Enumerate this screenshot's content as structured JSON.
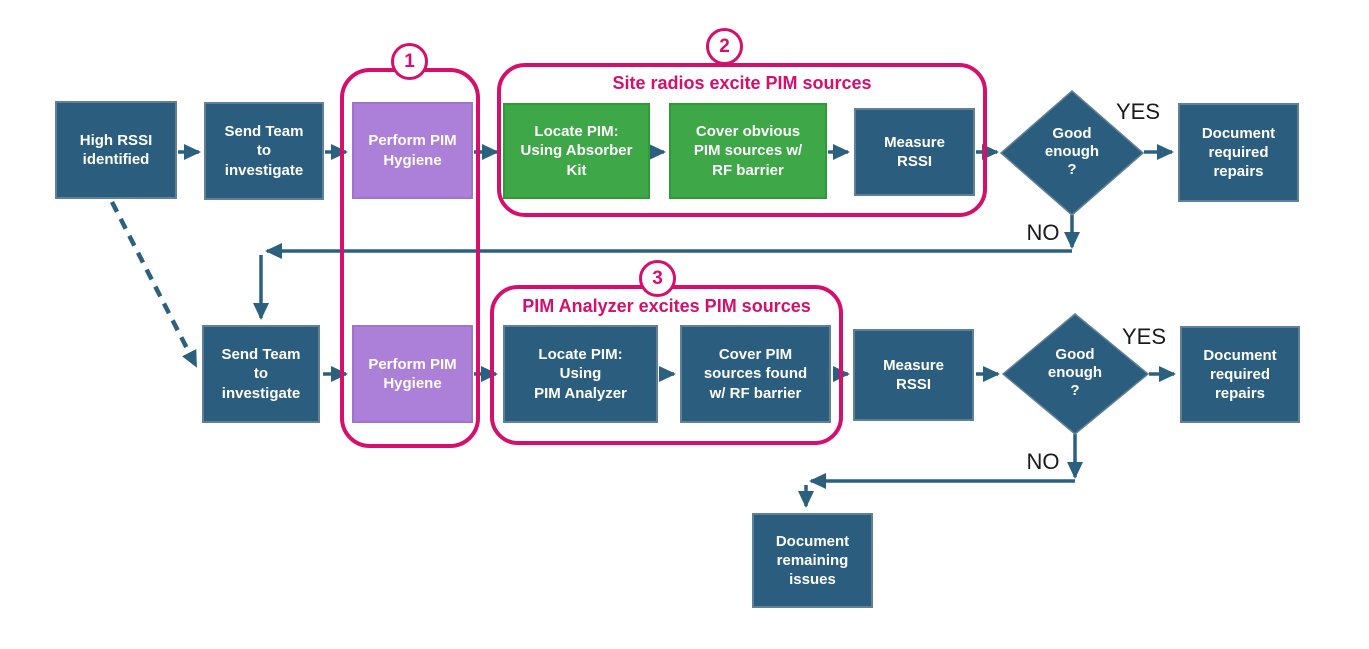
{
  "diagram": {
    "colors": {
      "process_teal": "#2B5E7E",
      "hygiene_purple": "#AC80D9",
      "locate_green": "#3EA747",
      "group_pink": "#D50F6B",
      "connector_teal": "#2B607F",
      "label_black": "#1A1A1A"
    },
    "groups": {
      "group_1": {
        "number": "1"
      },
      "group_2": {
        "number": "2",
        "title": "Site radios excite PIM sources"
      },
      "group_3": {
        "number": "3",
        "title": "PIM Analyzer excites PIM sources"
      }
    },
    "nodes": {
      "high_rssi": {
        "text": "High RSSI\nidentified"
      },
      "send_team_1": {
        "text": "Send Team\nto\ninvestigate"
      },
      "perform_hygiene_1": {
        "text": "Perform PIM\nHygiene"
      },
      "locate_pim_1": {
        "text": "Locate PIM:\nUsing Absorber\nKit"
      },
      "cover_pim_1": {
        "text": "Cover obvious\nPIM sources w/\nRF barrier"
      },
      "measure_rssi_1": {
        "text": "Measure\nRSSI"
      },
      "decision_1": {
        "text": "Good\nenough\n?"
      },
      "document_repairs_1": {
        "text": "Document\nrequired\nrepairs"
      },
      "send_team_2": {
        "text": "Send Team\nto\ninvestigate"
      },
      "perform_hygiene_2": {
        "text": "Perform PIM\nHygiene"
      },
      "locate_pim_2": {
        "text": "Locate PIM:\nUsing\nPIM Analyzer"
      },
      "cover_pim_2": {
        "text": "Cover PIM\nsources found\nw/ RF barrier"
      },
      "measure_rssi_2": {
        "text": "Measure\nRSSI"
      },
      "decision_2": {
        "text": "Good\nenough\n?"
      },
      "document_repairs_2": {
        "text": "Document\nrequired\nrepairs"
      },
      "document_remaining": {
        "text": "Document\nremaining\nissues"
      }
    },
    "branch_labels": {
      "yes_1": "YES",
      "no_1": "NO",
      "yes_2": "YES",
      "no_2": "NO"
    }
  }
}
